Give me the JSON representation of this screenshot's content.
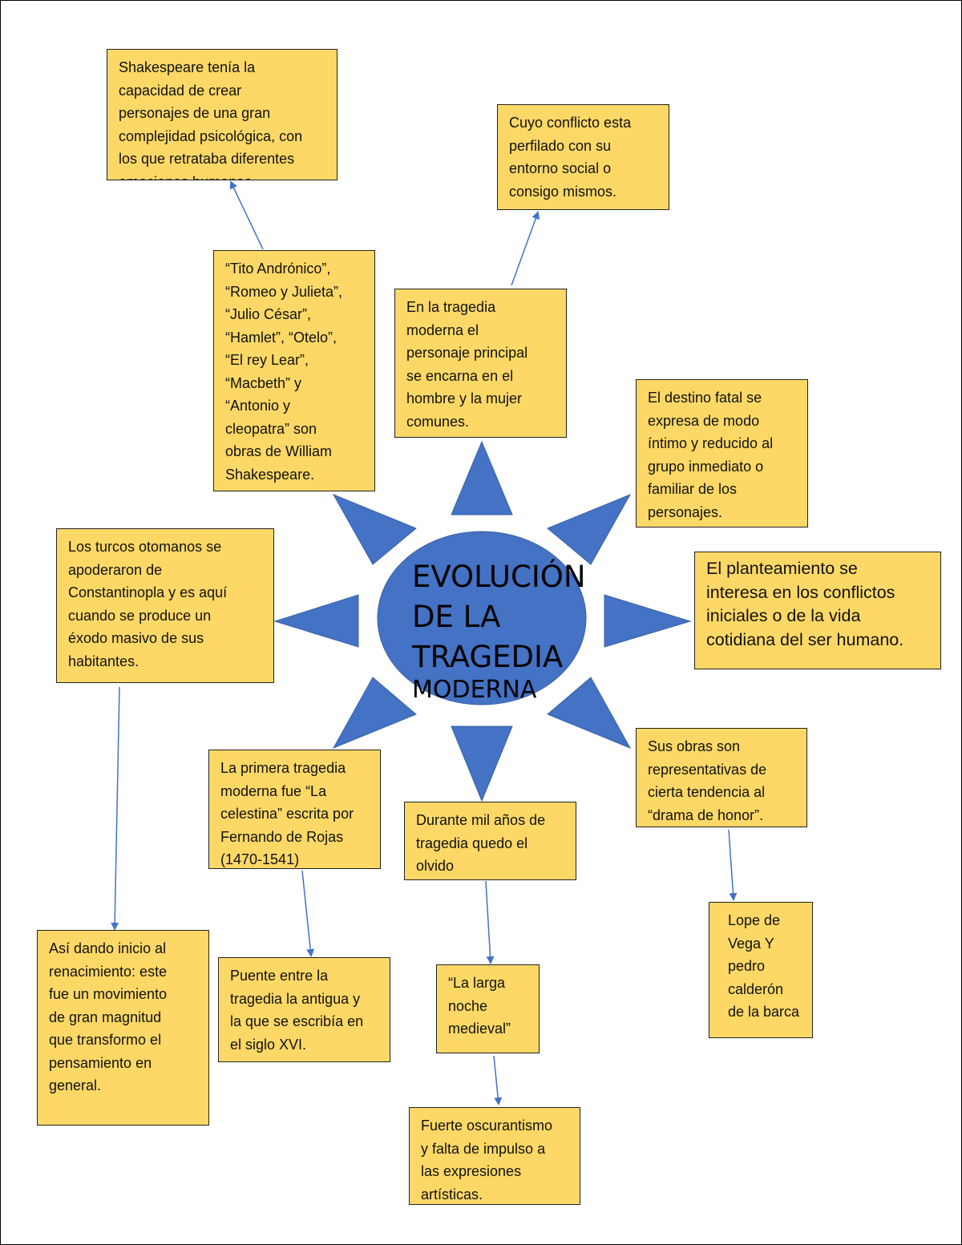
{
  "colors": {
    "box_fill": "#FDD866",
    "shape_fill": "#4472C4",
    "arrow": "#4472C4"
  },
  "center": {
    "title": "EVOLUCIÓN\nDE LA\nTRAGEDIA",
    "subtitle": "MODERNA"
  },
  "boxes": {
    "shakespeare_capacidad": "Shakespeare tenía la\ncapacidad de crear\npersonajes de una gran\ncomplejidad psicológica, con\nlos que retrataba diferentes\nemociones humanas",
    "conflicto": "Cuyo conflicto esta\nperfilado con su\nentorno social o\nconsigo mismos.",
    "obras": "“Tito Andrónico”,\n“Romeo y Julieta”,\n“Julio César”,\n“Hamlet”, “Otelo”,\n“El rey Lear”,\n“Macbeth” y\n“Antonio y\ncleopatra” son\nobras de William\nShakespeare.",
    "personaje": "En la tragedia\nmoderna el\npersonaje principal\nse encarna en el\nhombre y la mujer\ncomunes.",
    "destino": "El destino fatal se\nexpresa de modo\níntimo y reducido al\ngrupo inmediato o\nfamiliar de los\npersonajes.",
    "turcos": "Los turcos otomanos se\napoderaron de\nConstantinopla y es aquí\ncuando se produce un\néxodo masivo de sus\nhabitantes.",
    "planteamiento": "El planteamiento se\ninteresa en los conflictos\niniciales o de la vida\ncotidiana del ser humano.",
    "primera": "La primera tragedia\nmoderna fue “La\ncelestina” escrita por\nFernando de Rojas\n(1470-1541)",
    "mil_anos": "Durante mil años de\ntragedia quedo el\nolvido",
    "sus_obras": "Sus obras son\nrepresentativas de\ncierta tendencia al\n“drama de honor”.",
    "renacimiento": "Así dando inicio al\nrenacimiento: este\nfue un movimiento\nde gran magnitud\nque transformo el\npensamiento en\ngeneral.",
    "puente": "Puente entre la\ntragedia la antigua y\nla que se escribía en\nel siglo XVI.",
    "noche": "“La larga\nnoche\nmedieval”",
    "lope": "Lope de\nVega Y\npedro\ncalderón\nde la barca",
    "oscurantismo": "Fuerte oscurantismo\ny falta de impulso a\nlas expresiones\nartísticas."
  }
}
